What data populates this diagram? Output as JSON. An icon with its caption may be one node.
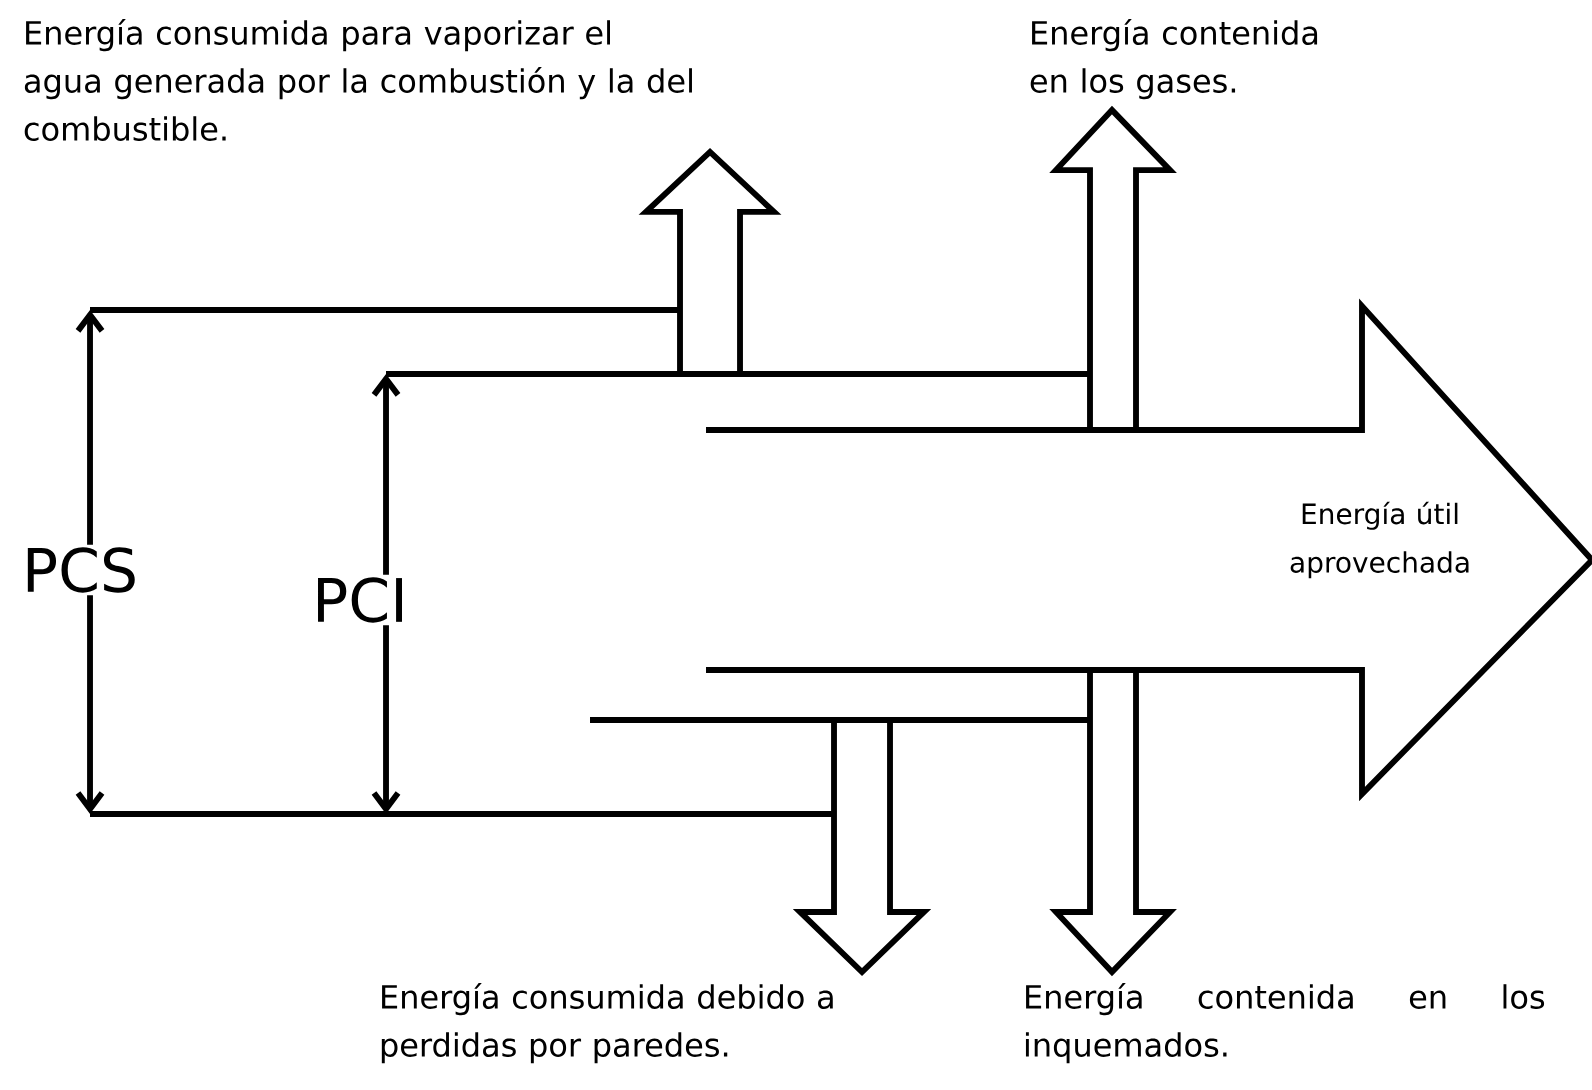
{
  "diagram": {
    "nodes": [
      {
        "text": [
          "Energía consumida para vaporizar el agua generada por la combustión y la del combustible."
        ]
      },
      {
        "text": [
          "Energía contenida en los gases."
        ]
      },
      {
        "text": [
          "Energía consumida debido a perdidas por paredes."
        ]
      },
      {
        "text": [
          "Energía contenida en los inquemados."
        ]
      }
    ],
    "edges": [
      {
        "from": null,
        "to": 0,
        "arrow": "to"
      },
      {
        "from": null,
        "to": 1,
        "arrow": "to"
      },
      {
        "from": null,
        "to": 2,
        "arrow": "to"
      },
      {
        "from": null,
        "to": 3,
        "arrow": "to"
      }
    ],
    "labels": [
      "PCS",
      "PCI",
      "Energía útil aprovechada"
    ]
  }
}
